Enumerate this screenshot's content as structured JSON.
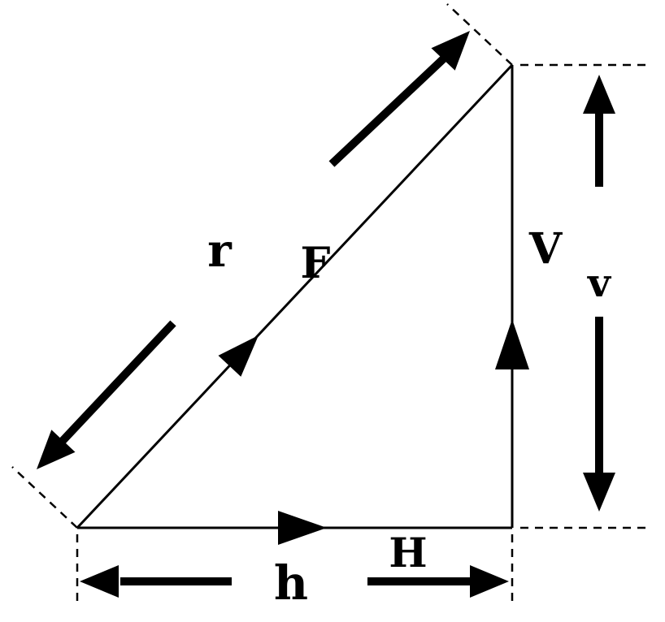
{
  "figure": {
    "background_color": "#ffffff",
    "line_color": "#000000",
    "labels": {
      "resultant_dim": "r",
      "force": "F",
      "vertical_component": "V",
      "vertical_dim": "v",
      "horizontal_component": "H",
      "horizontal_dim": "h"
    }
  }
}
